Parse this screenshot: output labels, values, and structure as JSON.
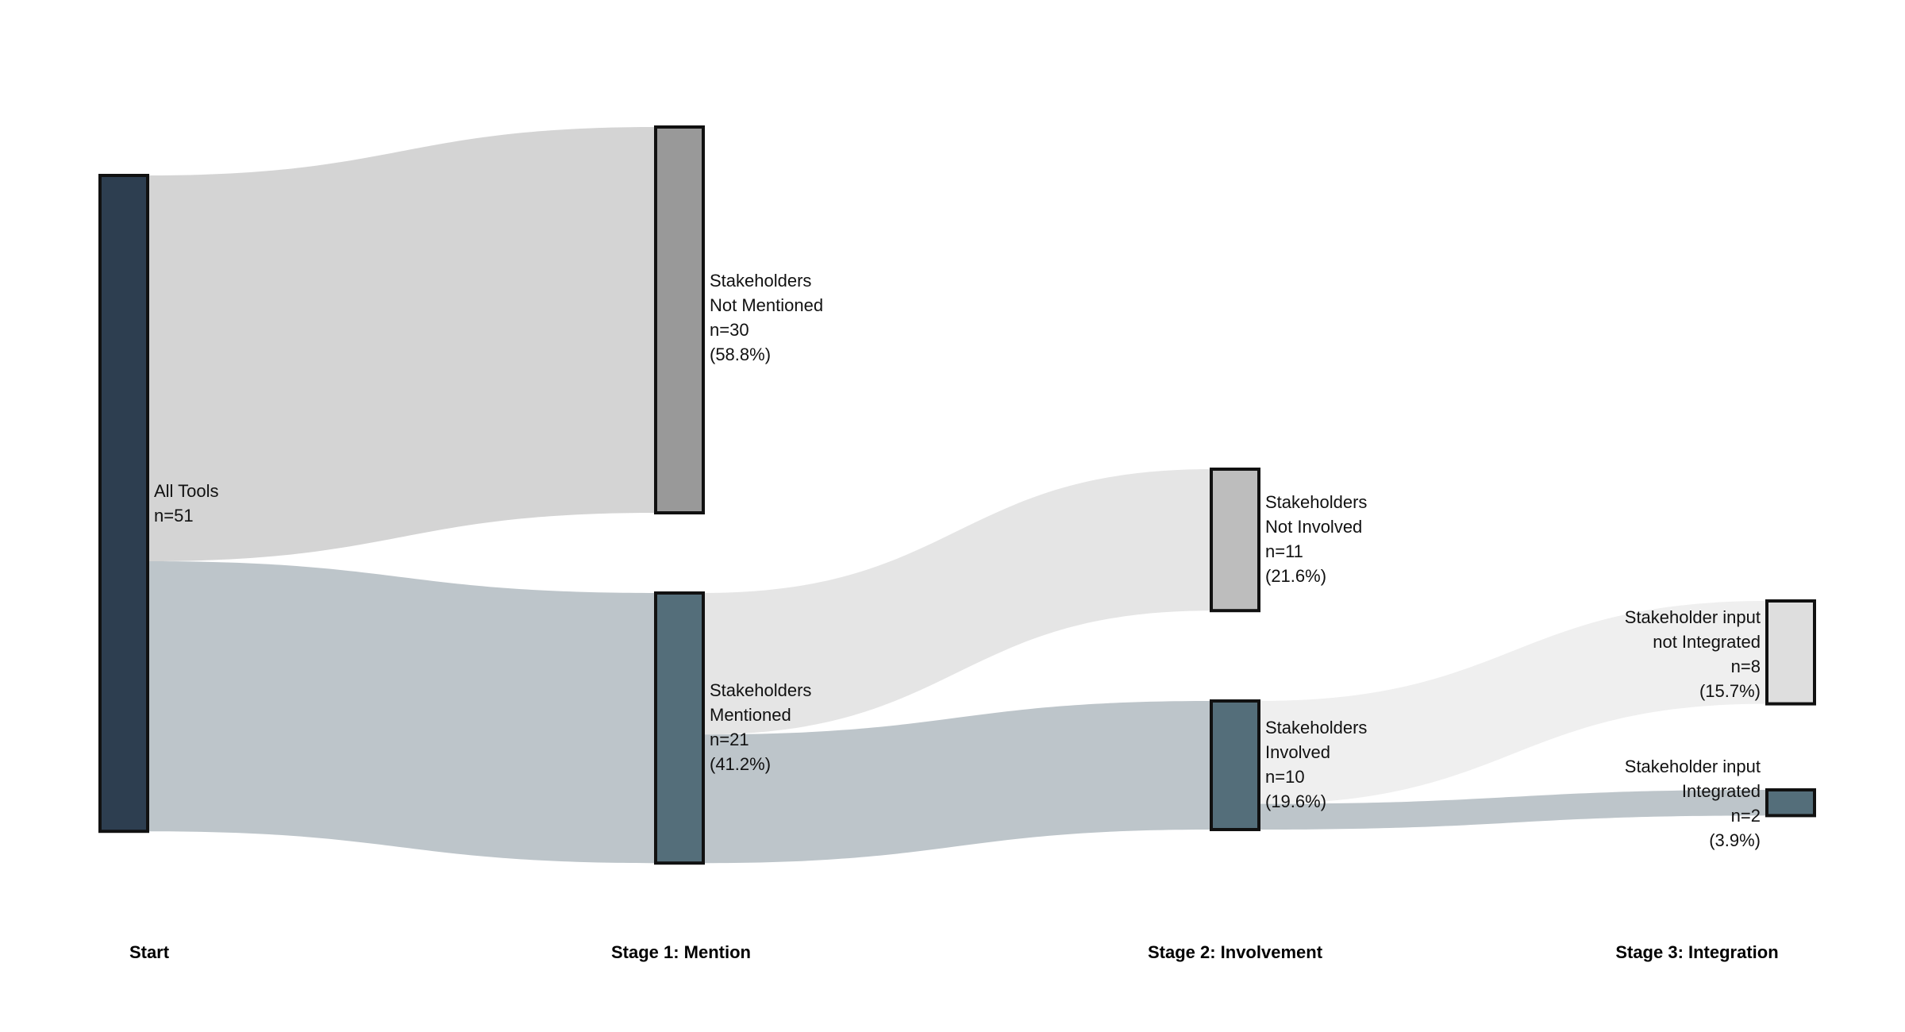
{
  "stages": [
    {
      "id": "start",
      "label": "Start"
    },
    {
      "id": "stage1",
      "label": "Stage 1: Mention"
    },
    {
      "id": "stage2",
      "label": "Stage 2: Involvement"
    },
    {
      "id": "stage3",
      "label": "Stage 3: Integration"
    }
  ],
  "nodes": [
    {
      "id": "all",
      "stage": 0,
      "value": 51,
      "color": "#2d3e50",
      "label_lines": [
        "All Tools",
        "n=51"
      ]
    },
    {
      "id": "not_mentioned",
      "stage": 1,
      "value": 30,
      "color": "#999999",
      "label_lines": [
        "Stakeholders",
        "Not Mentioned",
        "n=30",
        "(58.8%)"
      ]
    },
    {
      "id": "mentioned",
      "stage": 1,
      "value": 21,
      "color": "#546e7a",
      "label_lines": [
        "Stakeholders",
        "Mentioned",
        "n=21",
        "(41.2%)"
      ]
    },
    {
      "id": "not_involved",
      "stage": 2,
      "value": 11,
      "color": "#bdbdbd",
      "label_lines": [
        "Stakeholders",
        "Not Involved",
        "n=11",
        "(21.6%)"
      ]
    },
    {
      "id": "involved",
      "stage": 2,
      "value": 10,
      "color": "#546e7a",
      "label_lines": [
        "Stakeholders",
        "Involved",
        "n=10",
        "(19.6%)"
      ]
    },
    {
      "id": "not_integrated",
      "stage": 3,
      "value": 8,
      "color": "#dedede",
      "label_lines": [
        "Stakeholder input",
        "not Integrated",
        "n=8",
        "(15.7%)"
      ]
    },
    {
      "id": "integrated",
      "stage": 3,
      "value": 2,
      "color": "#546e7a",
      "label_lines": [
        "Stakeholder input",
        "Integrated",
        "n=2",
        "(3.9%)"
      ]
    }
  ],
  "links": [
    {
      "source": "all",
      "target": "not_mentioned",
      "value": 30,
      "color": "#d4d4d4"
    },
    {
      "source": "all",
      "target": "mentioned",
      "value": 21,
      "color": "#bdc5ca"
    },
    {
      "source": "mentioned",
      "target": "not_involved",
      "value": 11,
      "color": "#e5e5e5"
    },
    {
      "source": "mentioned",
      "target": "involved",
      "value": 10,
      "color": "#bdc5ca"
    },
    {
      "source": "involved",
      "target": "not_integrated",
      "value": 8,
      "color": "#efefef"
    },
    {
      "source": "involved",
      "target": "integrated",
      "value": 2,
      "color": "#bdc5ca"
    }
  ]
}
